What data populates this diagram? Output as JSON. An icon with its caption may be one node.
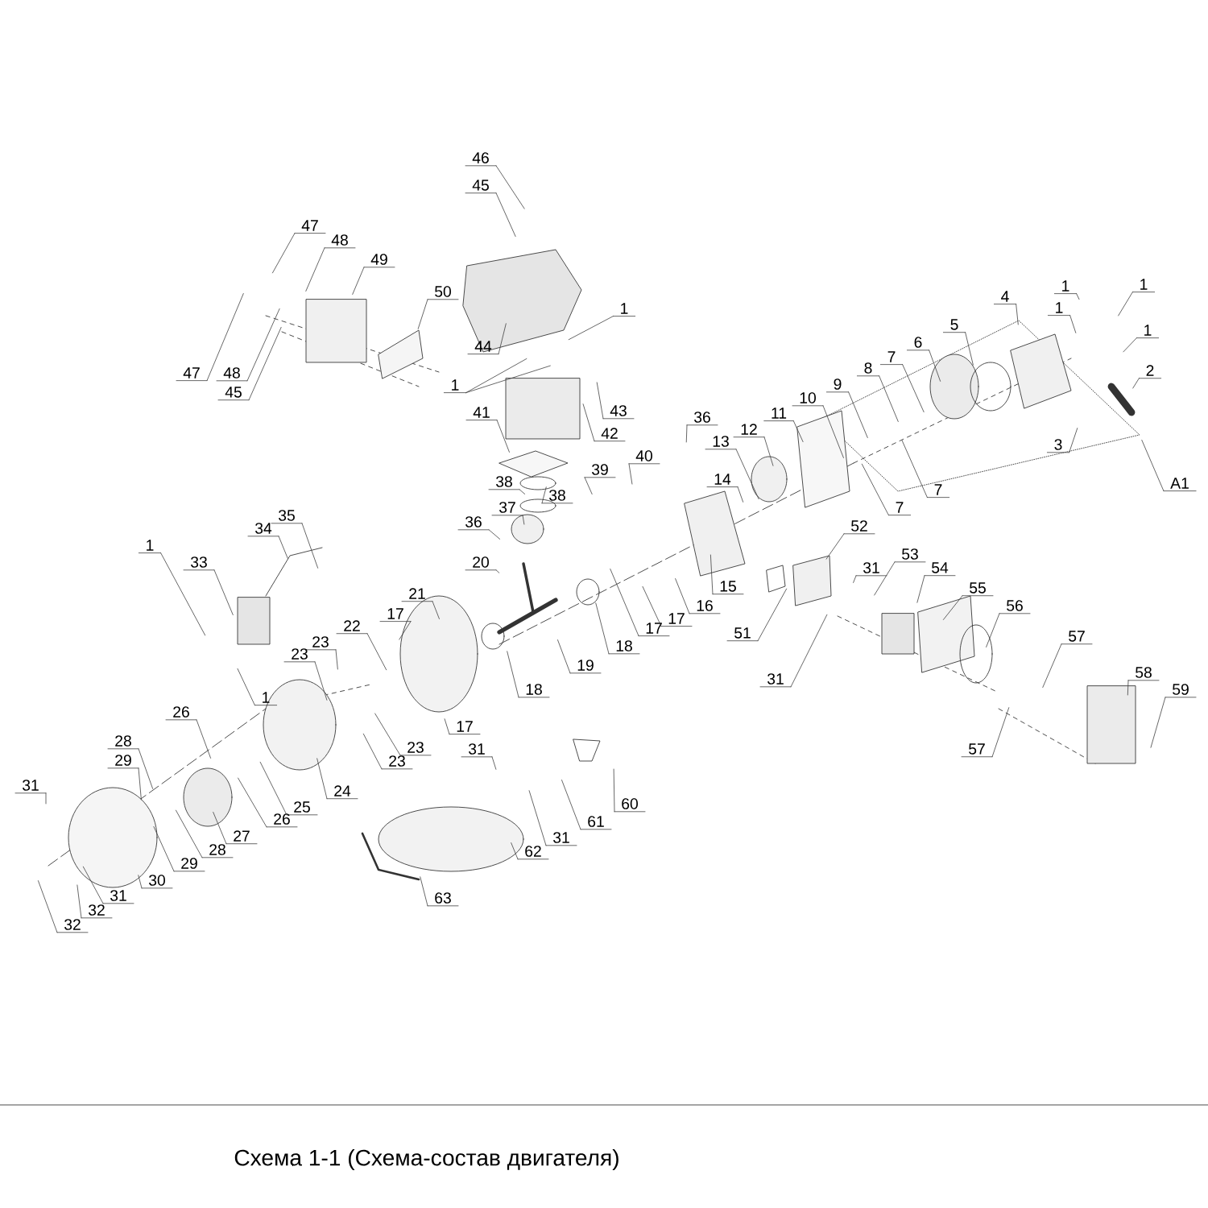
{
  "diagram": {
    "caption": "Схема 1-1 (Схема-состав двигателя)",
    "nodes": [
      {
        "text": [
          "46"
        ]
      },
      {
        "text": [
          "45"
        ]
      },
      {
        "text": [
          "47"
        ]
      },
      {
        "text": [
          "48"
        ]
      },
      {
        "text": [
          "49"
        ]
      },
      {
        "text": [
          "50"
        ]
      },
      {
        "text": [
          "47"
        ]
      },
      {
        "text": [
          "48"
        ]
      },
      {
        "text": [
          "45"
        ]
      },
      {
        "text": [
          "44"
        ]
      },
      {
        "text": [
          "1"
        ]
      },
      {
        "text": [
          "1"
        ]
      },
      {
        "text": [
          "43"
        ]
      },
      {
        "text": [
          "42"
        ]
      },
      {
        "text": [
          "41"
        ]
      },
      {
        "text": [
          "38"
        ]
      },
      {
        "text": [
          "38"
        ]
      },
      {
        "text": [
          "37"
        ]
      },
      {
        "text": [
          "36"
        ]
      },
      {
        "text": [
          "36"
        ]
      },
      {
        "text": [
          "40"
        ]
      },
      {
        "text": [
          "39"
        ]
      },
      {
        "text": [
          "20"
        ]
      },
      {
        "text": [
          "21"
        ]
      },
      {
        "text": [
          "19"
        ]
      },
      {
        "text": [
          "18"
        ]
      },
      {
        "text": [
          "18"
        ]
      },
      {
        "text": [
          "17"
        ]
      },
      {
        "text": [
          "22"
        ]
      },
      {
        "text": [
          "23"
        ]
      },
      {
        "text": [
          "23"
        ]
      },
      {
        "text": [
          "23"
        ]
      },
      {
        "text": [
          "23"
        ]
      },
      {
        "text": [
          "17"
        ]
      },
      {
        "text": [
          "1"
        ]
      },
      {
        "text": [
          "33"
        ]
      },
      {
        "text": [
          "34"
        ]
      },
      {
        "text": [
          "35"
        ]
      },
      {
        "text": [
          "1"
        ]
      },
      {
        "text": [
          "24"
        ]
      },
      {
        "text": [
          "25"
        ]
      },
      {
        "text": [
          "26"
        ]
      },
      {
        "text": [
          "26"
        ]
      },
      {
        "text": [
          "27"
        ]
      },
      {
        "text": [
          "28"
        ]
      },
      {
        "text": [
          "29"
        ]
      },
      {
        "text": [
          "28"
        ]
      },
      {
        "text": [
          "29"
        ]
      },
      {
        "text": [
          "30"
        ]
      },
      {
        "text": [
          "31"
        ]
      },
      {
        "text": [
          "31"
        ]
      },
      {
        "text": [
          "32"
        ]
      },
      {
        "text": [
          "32"
        ]
      },
      {
        "text": [
          "31"
        ]
      },
      {
        "text": [
          "31"
        ]
      },
      {
        "text": [
          "61"
        ]
      },
      {
        "text": [
          "60"
        ]
      },
      {
        "text": [
          "62"
        ]
      },
      {
        "text": [
          "63"
        ]
      },
      {
        "text": [
          "15"
        ]
      },
      {
        "text": [
          "16"
        ]
      },
      {
        "text": [
          "17"
        ]
      },
      {
        "text": [
          "17"
        ]
      },
      {
        "text": [
          "51"
        ]
      },
      {
        "text": [
          "52"
        ]
      },
      {
        "text": [
          "31"
        ]
      },
      {
        "text": [
          "31"
        ]
      },
      {
        "text": [
          "53"
        ]
      },
      {
        "text": [
          "54"
        ]
      },
      {
        "text": [
          "55"
        ]
      },
      {
        "text": [
          "56"
        ]
      },
      {
        "text": [
          "57"
        ]
      },
      {
        "text": [
          "57"
        ]
      },
      {
        "text": [
          "58"
        ]
      },
      {
        "text": [
          "59"
        ]
      },
      {
        "text": [
          "14"
        ]
      },
      {
        "text": [
          "13"
        ]
      },
      {
        "text": [
          "12"
        ]
      },
      {
        "text": [
          "11"
        ]
      },
      {
        "text": [
          "10"
        ]
      },
      {
        "text": [
          "9"
        ]
      },
      {
        "text": [
          "8"
        ]
      },
      {
        "text": [
          "7"
        ]
      },
      {
        "text": [
          "6"
        ]
      },
      {
        "text": [
          "5"
        ]
      },
      {
        "text": [
          "4"
        ]
      },
      {
        "text": [
          "7"
        ]
      },
      {
        "text": [
          "7"
        ]
      },
      {
        "text": [
          "1"
        ]
      },
      {
        "text": [
          "1"
        ]
      },
      {
        "text": [
          "1"
        ]
      },
      {
        "text": [
          "1"
        ]
      },
      {
        "text": [
          "2"
        ]
      },
      {
        "text": [
          "3"
        ]
      },
      {
        "text": [
          "A1"
        ]
      }
    ],
    "edges": [
      {
        "from": 0,
        "to": null,
        "arrow": "none"
      },
      {
        "from": 1,
        "to": null,
        "arrow": "none"
      },
      {
        "from": 2,
        "to": null,
        "arrow": "none"
      },
      {
        "from": 3,
        "to": null,
        "arrow": "none"
      },
      {
        "from": 4,
        "to": null,
        "arrow": "none"
      },
      {
        "from": 5,
        "to": null,
        "arrow": "none"
      },
      {
        "from": 6,
        "to": null,
        "arrow": "none"
      },
      {
        "from": 7,
        "to": null,
        "arrow": "none"
      },
      {
        "from": 8,
        "to": null,
        "arrow": "none"
      },
      {
        "from": 9,
        "to": null,
        "arrow": "none"
      },
      {
        "from": 10,
        "to": null,
        "arrow": "none"
      },
      {
        "from": 10,
        "to": null,
        "arrow": "none"
      },
      {
        "from": 11,
        "to": null,
        "arrow": "none"
      },
      {
        "from": 12,
        "to": null,
        "arrow": "none"
      },
      {
        "from": 13,
        "to": null,
        "arrow": "none"
      },
      {
        "from": 14,
        "to": null,
        "arrow": "none"
      },
      {
        "from": 15,
        "to": null,
        "arrow": "none"
      },
      {
        "from": 16,
        "to": null,
        "arrow": "none"
      },
      {
        "from": 17,
        "to": null,
        "arrow": "none"
      },
      {
        "from": 18,
        "to": null,
        "arrow": "none"
      },
      {
        "from": 19,
        "to": null,
        "arrow": "none"
      },
      {
        "from": 20,
        "to": null,
        "arrow": "none"
      },
      {
        "from": 21,
        "to": null,
        "arrow": "none"
      },
      {
        "from": 22,
        "to": null,
        "arrow": "none"
      },
      {
        "from": 23,
        "to": null,
        "arrow": "none"
      },
      {
        "from": 24,
        "to": null,
        "arrow": "none"
      },
      {
        "from": 25,
        "to": null,
        "arrow": "none"
      },
      {
        "from": 26,
        "to": null,
        "arrow": "none"
      },
      {
        "from": 27,
        "to": null,
        "arrow": "none"
      },
      {
        "from": 28,
        "to": null,
        "arrow": "none"
      },
      {
        "from": 29,
        "to": null,
        "arrow": "none"
      },
      {
        "from": 30,
        "to": null,
        "arrow": "none"
      },
      {
        "from": 31,
        "to": null,
        "arrow": "none"
      },
      {
        "from": 32,
        "to": null,
        "arrow": "none"
      },
      {
        "from": 33,
        "to": null,
        "arrow": "none"
      },
      {
        "from": 34,
        "to": null,
        "arrow": "none"
      },
      {
        "from": 35,
        "to": null,
        "arrow": "none"
      },
      {
        "from": 36,
        "to": null,
        "arrow": "none"
      },
      {
        "from": 37,
        "to": null,
        "arrow": "none"
      },
      {
        "from": 38,
        "to": null,
        "arrow": "none"
      },
      {
        "from": 39,
        "to": null,
        "arrow": "none"
      },
      {
        "from": 40,
        "to": null,
        "arrow": "none"
      },
      {
        "from": 41,
        "to": null,
        "arrow": "none"
      },
      {
        "from": 42,
        "to": null,
        "arrow": "none"
      },
      {
        "from": 43,
        "to": null,
        "arrow": "none"
      },
      {
        "from": 44,
        "to": null,
        "arrow": "none"
      },
      {
        "from": 45,
        "to": null,
        "arrow": "none"
      },
      {
        "from": 46,
        "to": null,
        "arrow": "none"
      },
      {
        "from": 47,
        "to": null,
        "arrow": "none"
      },
      {
        "from": 48,
        "to": null,
        "arrow": "none"
      },
      {
        "from": 49,
        "to": null,
        "arrow": "none"
      },
      {
        "from": 50,
        "to": null,
        "arrow": "none"
      },
      {
        "from": 51,
        "to": null,
        "arrow": "none"
      },
      {
        "from": 52,
        "to": null,
        "arrow": "none"
      },
      {
        "from": 53,
        "to": null,
        "arrow": "none"
      },
      {
        "from": 54,
        "to": null,
        "arrow": "none"
      },
      {
        "from": 55,
        "to": null,
        "arrow": "none"
      },
      {
        "from": 56,
        "to": null,
        "arrow": "none"
      },
      {
        "from": 57,
        "to": null,
        "arrow": "none"
      },
      {
        "from": 58,
        "to": null,
        "arrow": "none"
      },
      {
        "from": 59,
        "to": null,
        "arrow": "none"
      },
      {
        "from": 60,
        "to": null,
        "arrow": "none"
      },
      {
        "from": 61,
        "to": null,
        "arrow": "none"
      },
      {
        "from": 62,
        "to": null,
        "arrow": "none"
      },
      {
        "from": 63,
        "to": null,
        "arrow": "none"
      },
      {
        "from": 64,
        "to": null,
        "arrow": "none"
      },
      {
        "from": 65,
        "to": null,
        "arrow": "none"
      },
      {
        "from": 66,
        "to": null,
        "arrow": "none"
      },
      {
        "from": 67,
        "to": null,
        "arrow": "none"
      },
      {
        "from": 68,
        "to": null,
        "arrow": "none"
      },
      {
        "from": 69,
        "to": null,
        "arrow": "none"
      },
      {
        "from": 70,
        "to": null,
        "arrow": "none"
      },
      {
        "from": 71,
        "to": null,
        "arrow": "none"
      },
      {
        "from": 72,
        "to": null,
        "arrow": "none"
      },
      {
        "from": 73,
        "to": null,
        "arrow": "none"
      },
      {
        "from": 74,
        "to": null,
        "arrow": "none"
      },
      {
        "from": 75,
        "to": null,
        "arrow": "none"
      },
      {
        "from": 76,
        "to": null,
        "arrow": "none"
      },
      {
        "from": 77,
        "to": null,
        "arrow": "none"
      },
      {
        "from": 78,
        "to": null,
        "arrow": "none"
      },
      {
        "from": 79,
        "to": null,
        "arrow": "none"
      },
      {
        "from": 80,
        "to": null,
        "arrow": "none"
      },
      {
        "from": 81,
        "to": null,
        "arrow": "none"
      },
      {
        "from": 82,
        "to": null,
        "arrow": "none"
      },
      {
        "from": 83,
        "to": null,
        "arrow": "none"
      },
      {
        "from": 84,
        "to": null,
        "arrow": "none"
      },
      {
        "from": 85,
        "to": null,
        "arrow": "none"
      },
      {
        "from": 86,
        "to": null,
        "arrow": "none"
      },
      {
        "from": 87,
        "to": null,
        "arrow": "none"
      },
      {
        "from": 88,
        "to": null,
        "arrow": "none"
      },
      {
        "from": 89,
        "to": null,
        "arrow": "none"
      },
      {
        "from": 90,
        "to": null,
        "arrow": "none"
      },
      {
        "from": 91,
        "to": null,
        "arrow": "none"
      },
      {
        "from": 92,
        "to": null,
        "arrow": "none"
      },
      {
        "from": 93,
        "to": null,
        "arrow": "none"
      },
      {
        "from": 94,
        "to": null,
        "arrow": "none"
      }
    ]
  }
}
